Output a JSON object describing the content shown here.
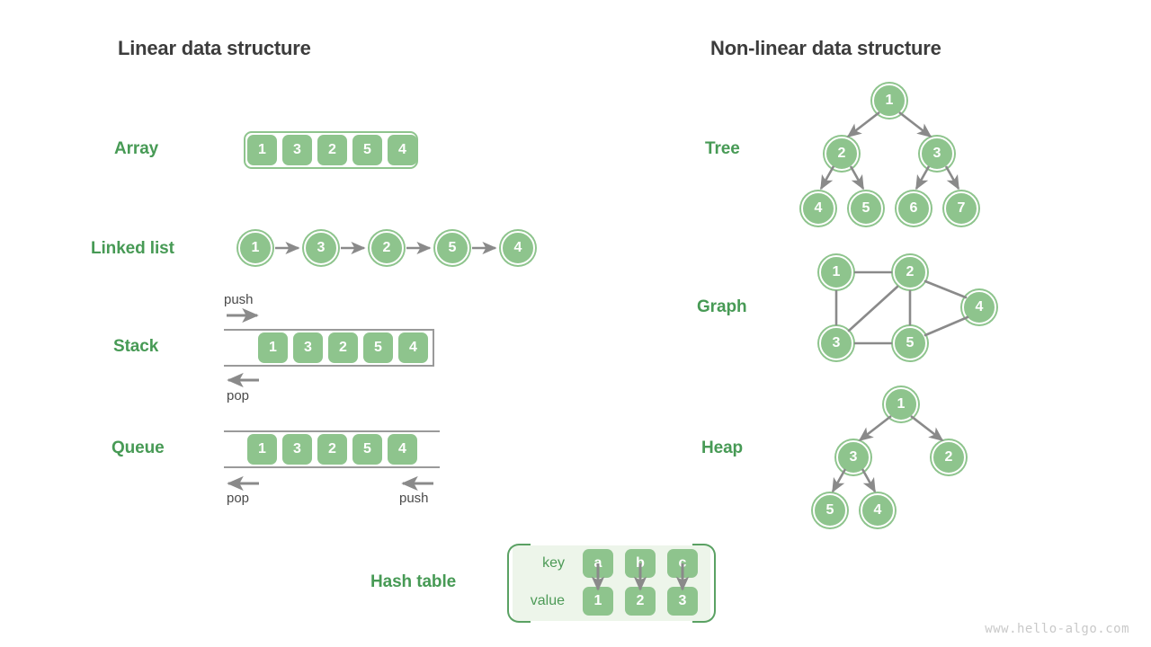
{
  "headings": {
    "linear": "Linear data structure",
    "nonlinear": "Non-linear data structure"
  },
  "labels": {
    "array": "Array",
    "linked_list": "Linked list",
    "stack": "Stack",
    "queue": "Queue",
    "hash_table": "Hash table",
    "tree": "Tree",
    "graph": "Graph",
    "heap": "Heap"
  },
  "colors": {
    "node_fill": "#8ec48d",
    "label_green": "#479a55",
    "panel_green": "#edf5ea",
    "bracket_green": "#5aa163",
    "arrow_gray": "#8a8a8a",
    "frame_gray": "#9a9a9a",
    "title_dark": "#3c3c3c",
    "watermark_gray": "#c9c9c9"
  },
  "array": {
    "values": [
      "1",
      "3",
      "2",
      "5",
      "4"
    ]
  },
  "linked_list": {
    "values": [
      "1",
      "3",
      "2",
      "5",
      "4"
    ],
    "arrow_icon": "arrow-right-icon"
  },
  "stack": {
    "values": [
      "1",
      "3",
      "2",
      "5",
      "4"
    ],
    "push_label": "push",
    "pop_label": "pop",
    "push_arrow_icon": "arrow-right-icon",
    "pop_arrow_icon": "arrow-left-icon"
  },
  "queue": {
    "values": [
      "1",
      "3",
      "2",
      "5",
      "4"
    ],
    "pop_label": "pop",
    "push_label": "push",
    "pop_arrow_icon": "arrow-left-icon",
    "push_arrow_icon": "arrow-left-icon"
  },
  "hash_table": {
    "key_row_label": "key",
    "value_row_label": "value",
    "keys": [
      "a",
      "b",
      "c"
    ],
    "values": [
      "1",
      "2",
      "3"
    ],
    "arrow_icon": "arrow-down-icon"
  },
  "tree": {
    "nodes": [
      "1",
      "2",
      "3",
      "4",
      "5",
      "6",
      "7"
    ],
    "edges": [
      [
        0,
        1
      ],
      [
        0,
        2
      ],
      [
        1,
        3
      ],
      [
        1,
        4
      ],
      [
        2,
        5
      ],
      [
        2,
        6
      ]
    ],
    "arrow_icon": "arrow-head-icon"
  },
  "graph": {
    "nodes": [
      "1",
      "2",
      "3",
      "4",
      "5"
    ],
    "edges": [
      [
        0,
        1
      ],
      [
        0,
        2
      ],
      [
        1,
        2
      ],
      [
        1,
        4
      ],
      [
        1,
        3
      ],
      [
        2,
        4
      ],
      [
        4,
        3
      ]
    ]
  },
  "heap": {
    "nodes": [
      "1",
      "3",
      "2",
      "5",
      "4"
    ],
    "edges": [
      [
        0,
        1
      ],
      [
        0,
        2
      ],
      [
        1,
        3
      ],
      [
        1,
        4
      ]
    ],
    "arrow_icon": "arrow-head-icon"
  },
  "watermark": "www.hello-algo.com"
}
